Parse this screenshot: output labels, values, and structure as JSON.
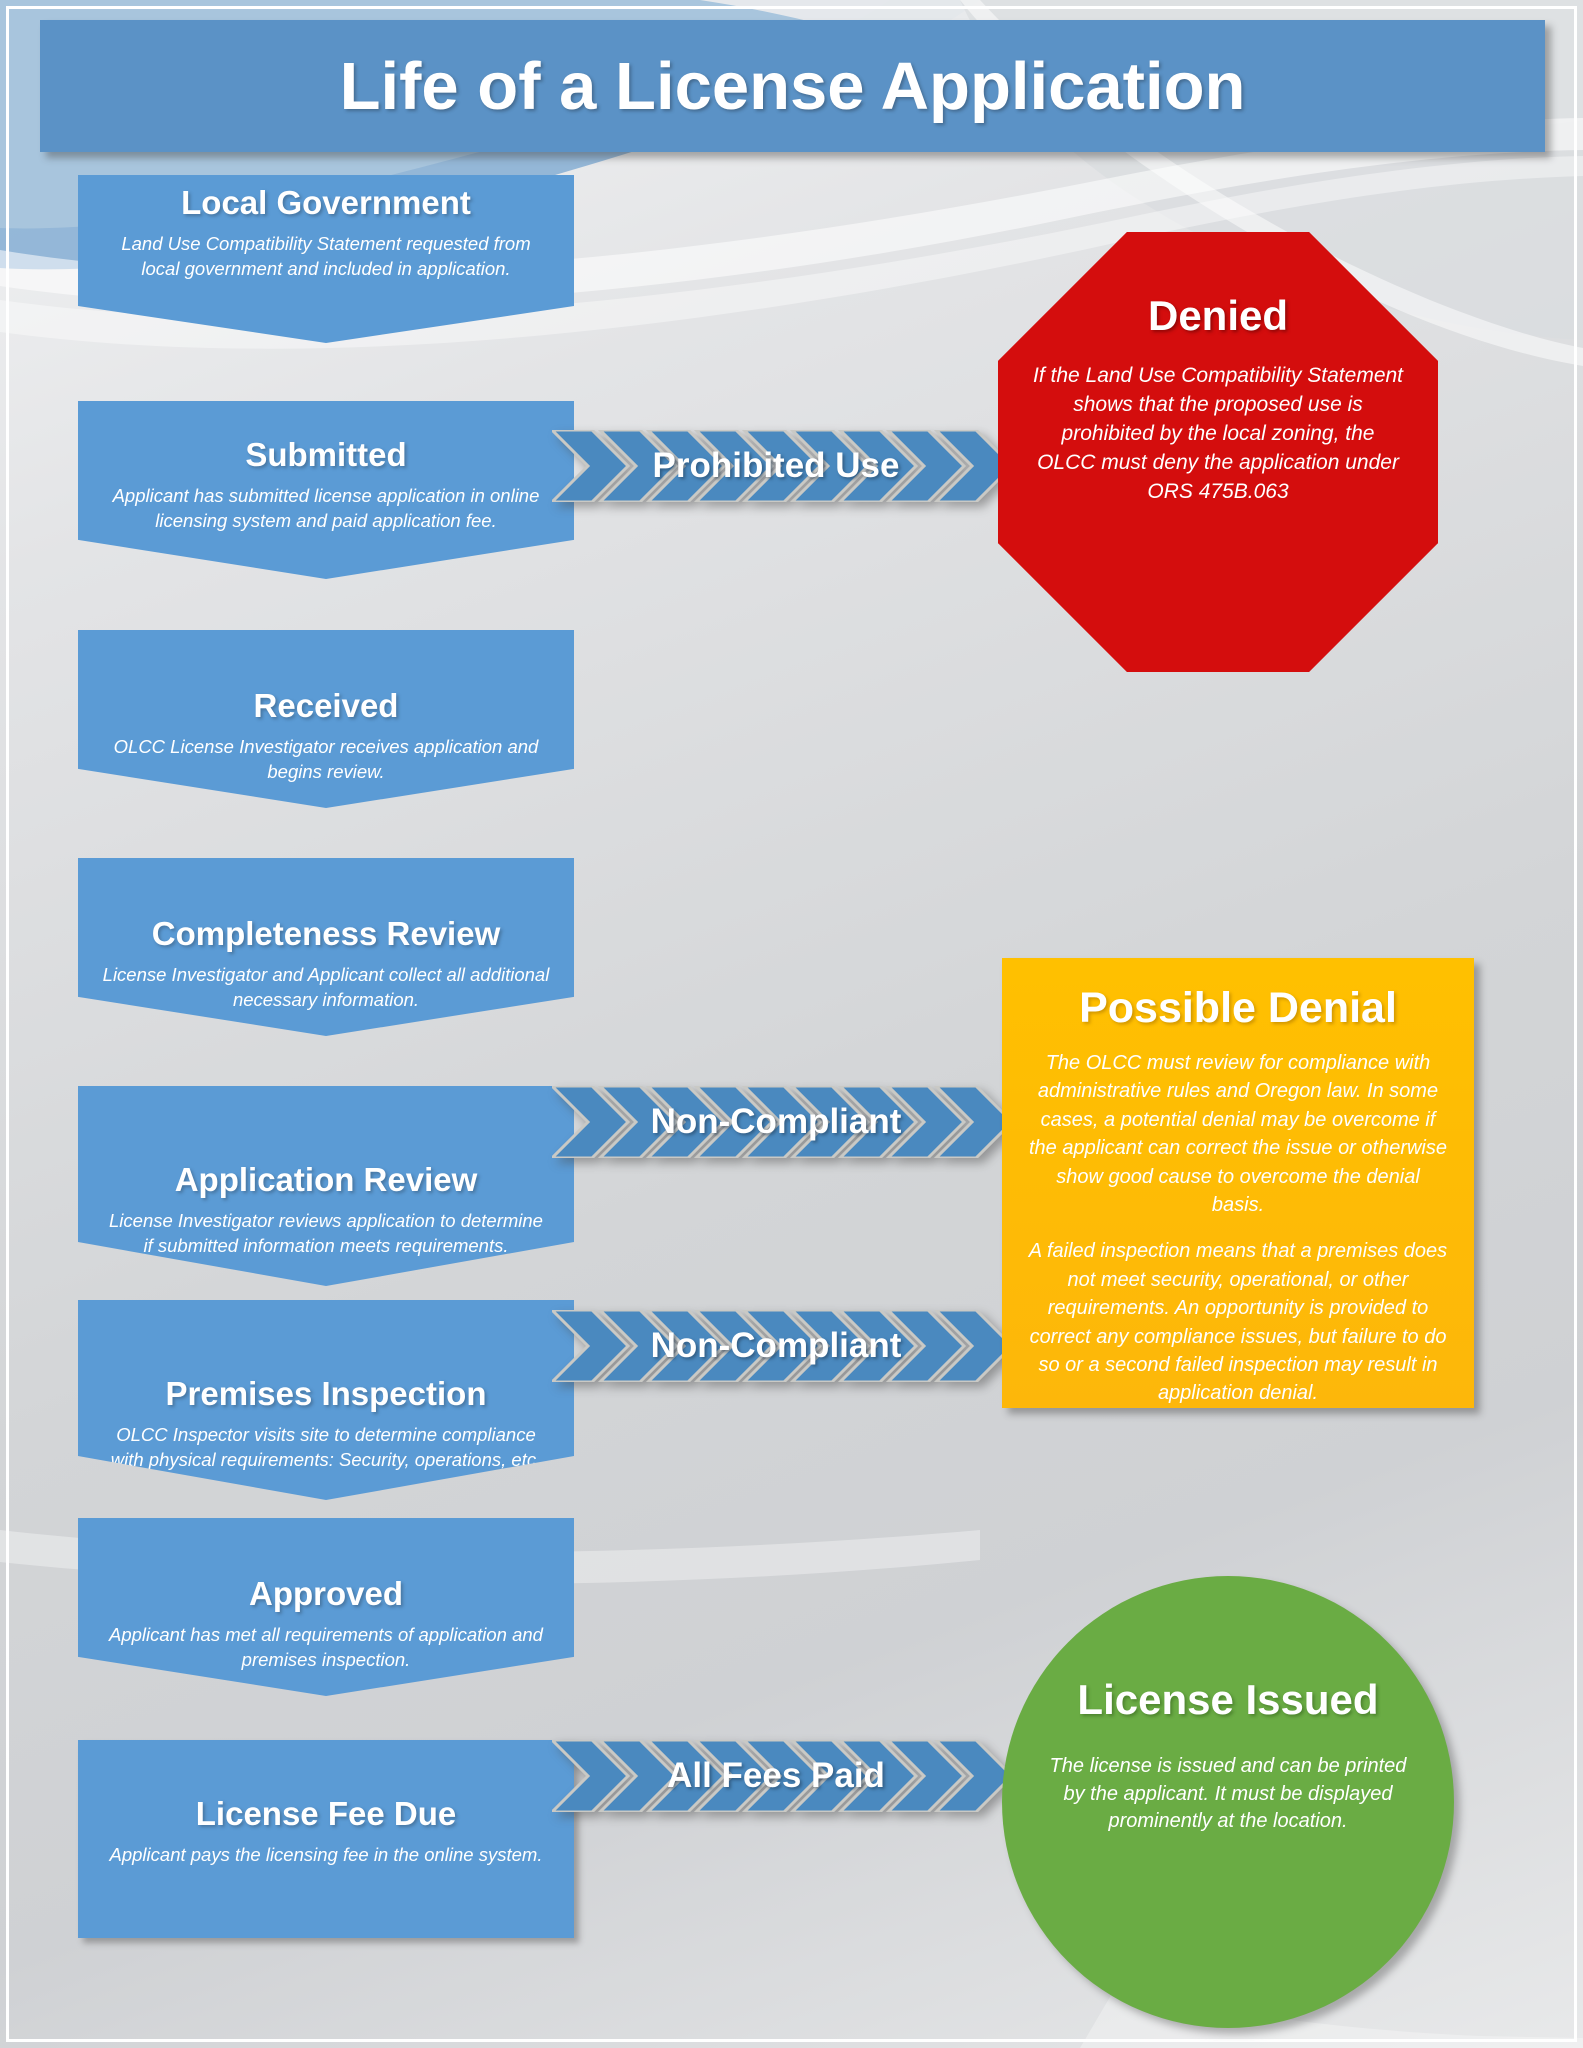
{
  "slide": {
    "title": "Life of a License Application"
  },
  "flow": {
    "steps": [
      {
        "id": "local-government",
        "title": "Local Government",
        "desc": "Land Use Compatibility Statement requested from local government and included in application."
      },
      {
        "id": "submitted",
        "title": "Submitted",
        "desc": "Applicant has submitted license application in online licensing system and paid application fee."
      },
      {
        "id": "received",
        "title": "Received",
        "desc": "OLCC License Investigator receives application and begins review."
      },
      {
        "id": "completeness-review",
        "title": "Completeness Review",
        "desc": "License Investigator and Applicant collect all additional necessary information."
      },
      {
        "id": "application-review",
        "title": "Application Review",
        "desc": "License Investigator reviews application to determine if submitted information meets requirements."
      },
      {
        "id": "premises-inspection",
        "title": "Premises Inspection",
        "desc": "OLCC Inspector visits site to determine compliance with physical requirements: Security, operations, etc."
      },
      {
        "id": "approved",
        "title": "Approved",
        "desc": "Applicant has met all requirements of application and premises inspection."
      },
      {
        "id": "license-fee-due",
        "title": "License Fee Due",
        "desc": "Applicant pays the licensing fee in the online system."
      }
    ]
  },
  "arrows": [
    {
      "id": "prohibited-use",
      "label": "Prohibited Use"
    },
    {
      "id": "non-compliant-application",
      "label": "Non-Compliant"
    },
    {
      "id": "non-compliant-premises",
      "label": "Non-Compliant"
    },
    {
      "id": "all-fees-paid",
      "label": "All Fees Paid"
    }
  ],
  "outcomes": {
    "denied": {
      "title": "Denied",
      "desc": "If the Land Use Compatibility Statement shows that the proposed use is prohibited by the local zoning, the OLCC must deny the application under ORS 475B.063"
    },
    "possible_denial": {
      "title": "Possible Denial",
      "desc1": "The OLCC must review for compliance with administrative rules and Oregon law. In some cases, a potential denial may be overcome if the applicant can correct the issue or otherwise show good cause to overcome the denial basis.",
      "desc2": "A failed inspection means that a premises does not meet security, operational, or other requirements. An opportunity is provided to correct any compliance issues, but failure to do so or a second failed inspection may result in application denial."
    },
    "license_issued": {
      "title": "License Issued",
      "desc": "The license is issued and can be printed by the applicant. It must be displayed prominently at the location."
    }
  },
  "colors": {
    "flow_blue": "#5b9bd5",
    "title_blue": "#5b92c6",
    "denied_red": "#d40d0d",
    "possible_denial_yellow": "#ffc000",
    "issued_green": "#6aac44",
    "text_white": "#ffffff"
  }
}
